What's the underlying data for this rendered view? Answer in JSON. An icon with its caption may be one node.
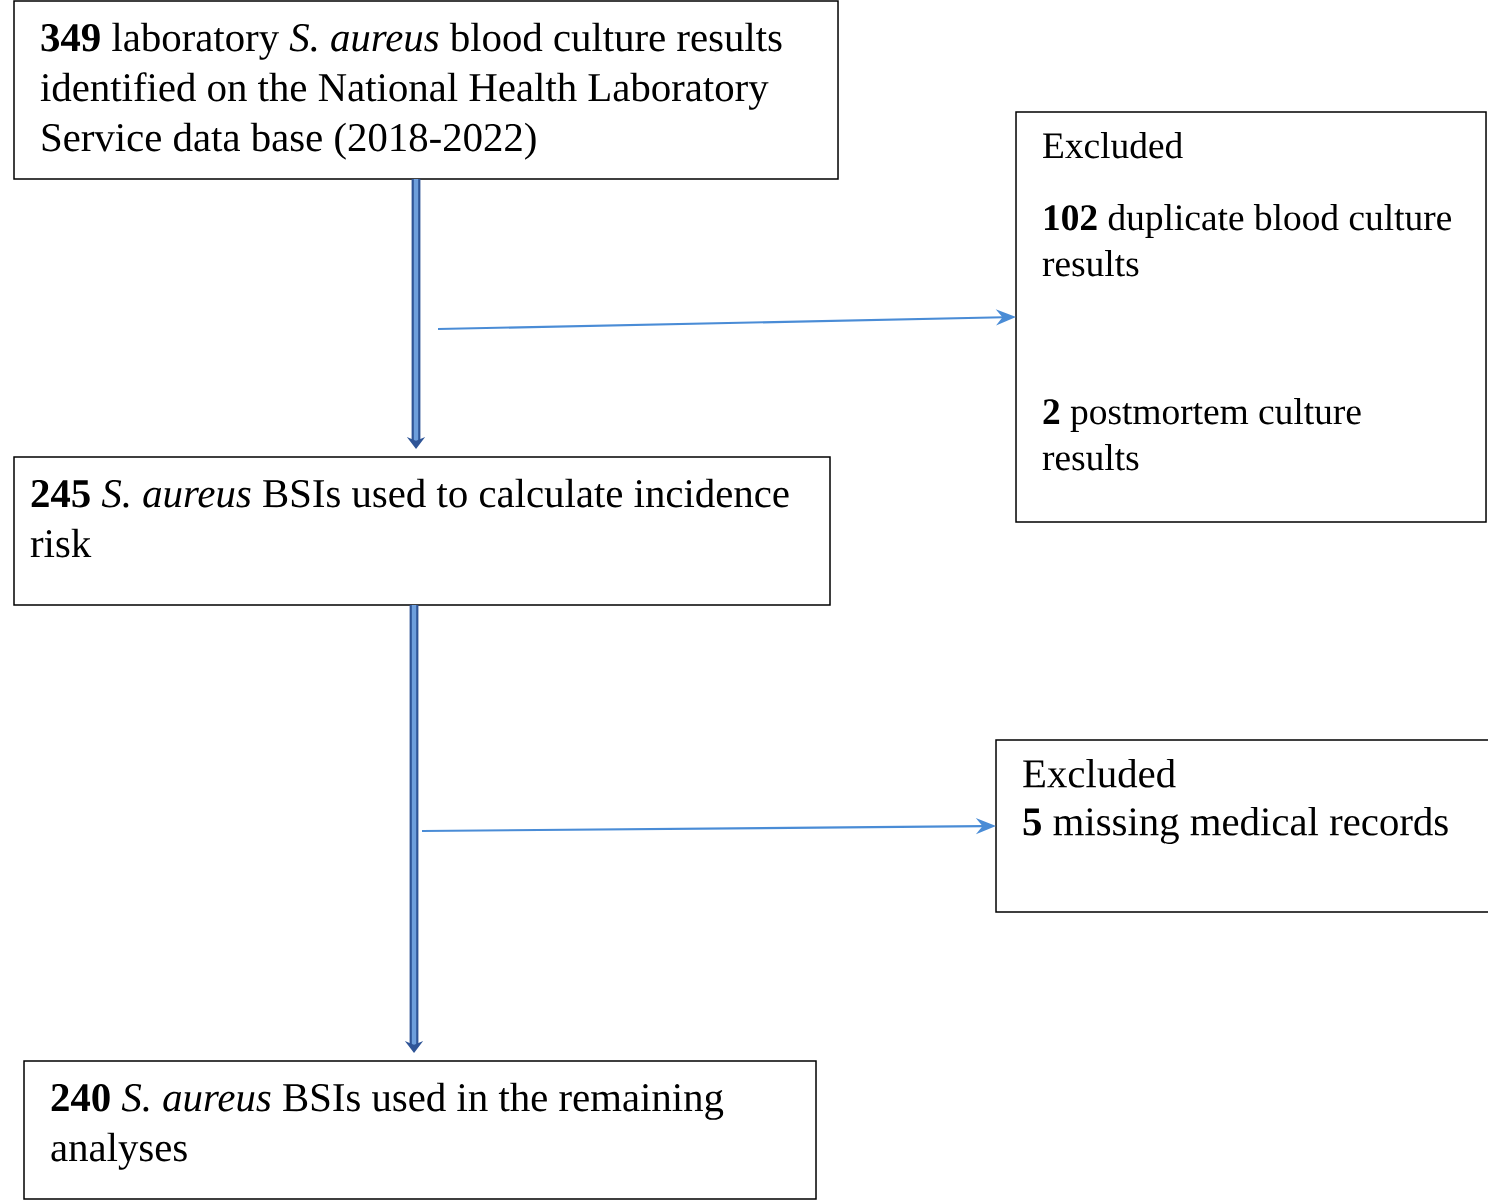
{
  "diagram": {
    "nodes": [
      {
        "text": [
          "**349** laboratory *S. aureus* blood culture results identified on the National Health Laboratory Service data base (2018-2022)"
        ]
      },
      {
        "text": [
          "Excluded",
          "**102** duplicate blood culture results",
          "**2** postmortem culture results"
        ]
      },
      {
        "text": [
          "**245** *S. aureus* BSIs used to calculate incidence risk"
        ]
      },
      {
        "text": [
          "Excluded",
          "**5** missing medical records"
        ]
      },
      {
        "text": [
          "**240** *S. aureus* BSIs used in the remaining analyses"
        ]
      }
    ],
    "edges": [
      {
        "from": 0,
        "to": 2,
        "arrow": "to",
        "style": "thick",
        "color": "#2f5597"
      },
      {
        "from": null,
        "to": 1,
        "arrow": "to"
      },
      {
        "from": 2,
        "to": 4,
        "arrow": "to",
        "style": "thick",
        "color": "#2f5597"
      },
      {
        "from": null,
        "to": 3,
        "arrow": "to"
      }
    ]
  }
}
